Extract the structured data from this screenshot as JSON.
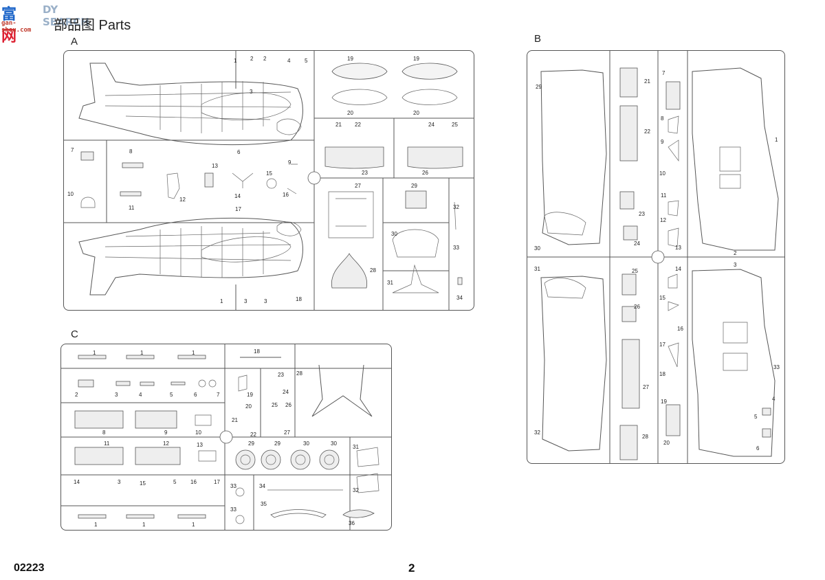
{
  "watermark": {
    "logo_text": "富",
    "logo_text_2": "网",
    "search_text": "DY SEARCH",
    "url_text": "gan-shou.com"
  },
  "page": {
    "title": "部品图 Parts",
    "catalog_number": "02223",
    "page_number": "2"
  },
  "frames": {
    "a_label": "A",
    "b_label": "B",
    "c_label": "C"
  },
  "sprue_a": {
    "parts": [
      "1",
      "2",
      "2",
      "3",
      "4",
      "5",
      "6",
      "7",
      "8",
      "9",
      "10",
      "11",
      "12",
      "13",
      "14",
      "15",
      "16",
      "17",
      "18",
      "1",
      "3",
      "3",
      "19",
      "19",
      "20",
      "20",
      "21",
      "22",
      "23",
      "24",
      "25",
      "26",
      "27",
      "28",
      "29",
      "30",
      "31",
      "32",
      "33",
      "34"
    ]
  },
  "sprue_b": {
    "parts": [
      "29",
      "30",
      "21",
      "22",
      "23",
      "24",
      "7",
      "8",
      "9",
      "10",
      "11",
      "12",
      "13",
      "1",
      "2",
      "31",
      "32",
      "25",
      "26",
      "27",
      "28",
      "14",
      "15",
      "16",
      "17",
      "18",
      "19",
      "20",
      "3",
      "33",
      "4",
      "5",
      "6"
    ]
  },
  "sprue_c": {
    "parts": [
      "1",
      "1",
      "1",
      "18",
      "2",
      "3",
      "4",
      "5",
      "6",
      "7",
      "19",
      "23",
      "24",
      "8",
      "9",
      "10",
      "20",
      "21",
      "22",
      "25",
      "26",
      "27",
      "28",
      "11",
      "12",
      "13",
      "29",
      "29",
      "30",
      "30",
      "31",
      "32",
      "14",
      "3",
      "15",
      "5",
      "16",
      "17",
      "33",
      "33",
      "34",
      "35",
      "36",
      "1",
      "1",
      "1"
    ]
  },
  "colors": {
    "watermark_blue": "#1a63c8",
    "watermark_red": "#c0392b",
    "line": "#555555"
  }
}
